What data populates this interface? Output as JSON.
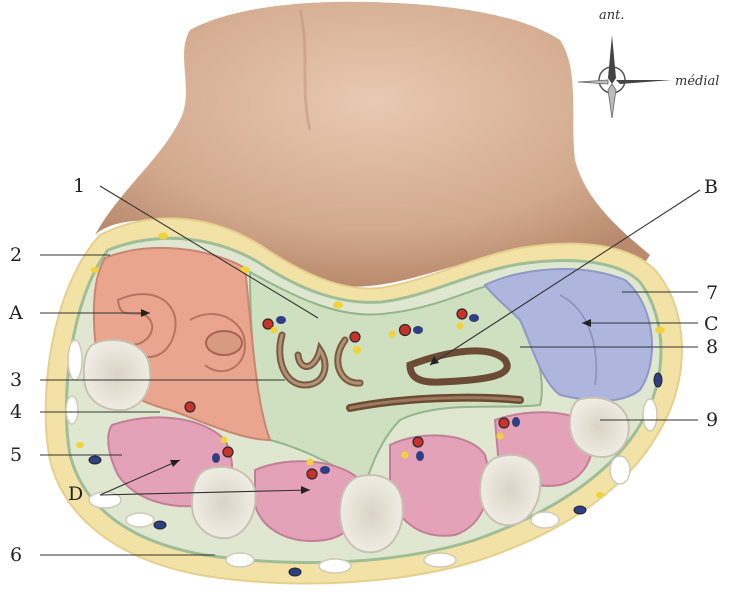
{
  "orientation": {
    "ant_label": "ant.",
    "medial_label": "médial"
  },
  "labels": {
    "l1": "1",
    "l2": "2",
    "l3": "3",
    "l4": "4",
    "l5": "5",
    "l6": "6",
    "l7": "7",
    "l8": "8",
    "l9": "9",
    "lA": "A",
    "lB": "B",
    "lC": "C",
    "lD": "D"
  },
  "colors": {
    "skin": "#d9b49a",
    "fat": "#f3e2a6",
    "fascia": "#b9d1b0",
    "muscle_salmon": "#e9a58e",
    "muscle_green": "#cfe0c0",
    "muscle_blue": "#aeb6dd",
    "muscle_pink": "#e3a2b8",
    "bone": "#e9e6dc",
    "artery": "#c8322b",
    "vein": "#2f3f83",
    "nerve": "#f0d23c"
  }
}
